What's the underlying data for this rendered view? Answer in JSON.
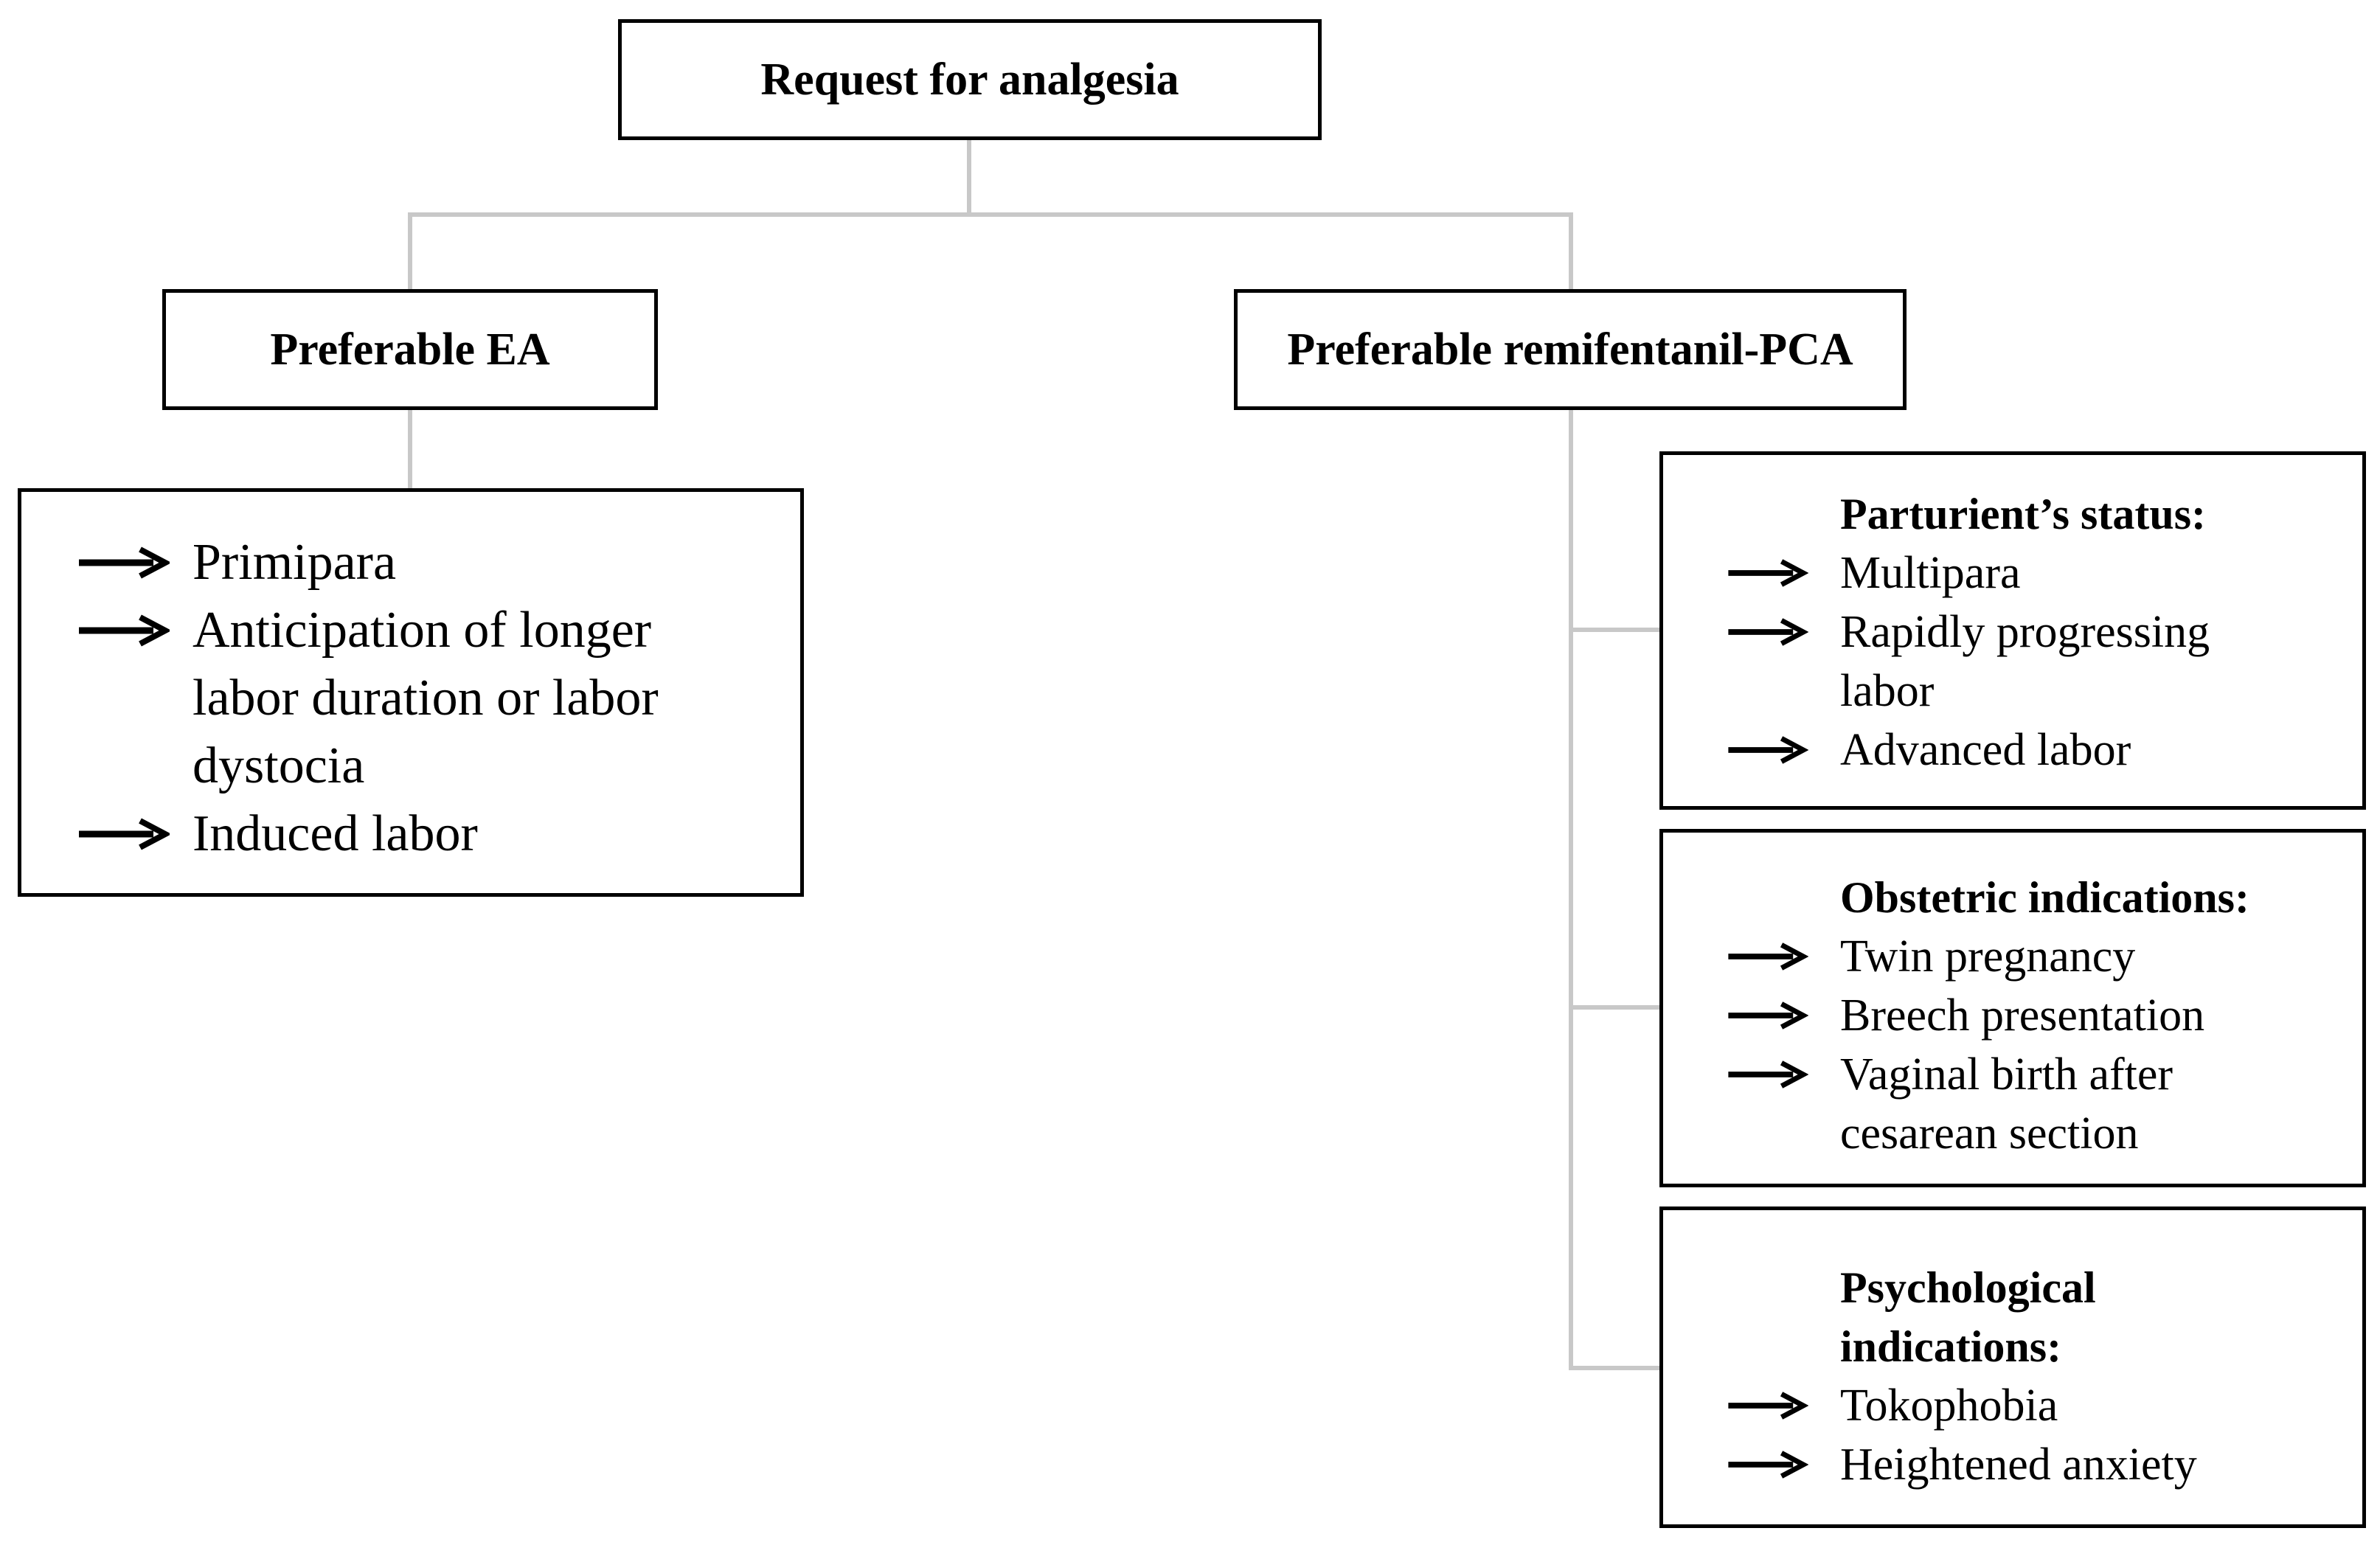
{
  "root": {
    "label": "Request for analgesia"
  },
  "left": {
    "label": "Preferable EA",
    "items": [
      {
        "lines": [
          "Primipara"
        ]
      },
      {
        "lines": [
          "Anticipation of longer",
          "labor duration or labor",
          "dystocia"
        ]
      },
      {
        "lines": [
          "Induced labor"
        ]
      }
    ]
  },
  "right": {
    "label": "Preferable remifentanil-PCA",
    "sections": [
      {
        "title_lines": [
          "Parturient’s status:"
        ],
        "items": [
          {
            "lines": [
              "Multipara"
            ]
          },
          {
            "lines": [
              "Rapidly progressing",
              "labor"
            ]
          },
          {
            "lines": [
              "Advanced labor"
            ]
          }
        ]
      },
      {
        "title_lines": [
          "Obstetric indications:"
        ],
        "items": [
          {
            "lines": [
              "Twin pregnancy"
            ]
          },
          {
            "lines": [
              "Breech presentation"
            ]
          },
          {
            "lines": [
              "Vaginal birth after",
              "cesarean section"
            ]
          }
        ]
      },
      {
        "title_lines": [
          "Psychological",
          "indications:"
        ],
        "items": [
          {
            "lines": [
              "Tokophobia"
            ]
          },
          {
            "lines": [
              "Heightened anxiety"
            ]
          }
        ]
      }
    ]
  }
}
